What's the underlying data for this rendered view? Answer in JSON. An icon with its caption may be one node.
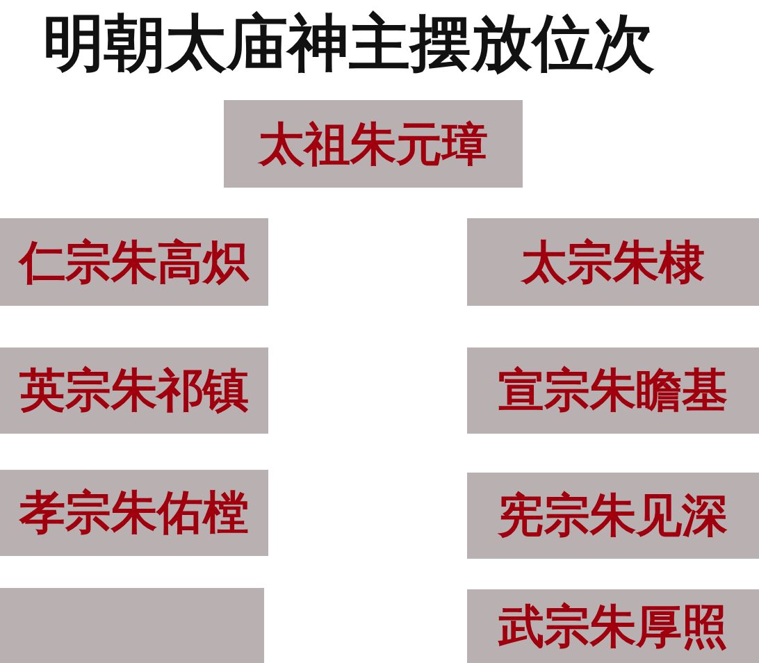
{
  "diagram": {
    "title": "明朝太庙神主摆放位次",
    "nodes": [
      {
        "text": [
          "太祖朱元璋"
        ]
      },
      {
        "text": [
          "仁宗朱高炽"
        ]
      },
      {
        "text": [
          "太宗朱棣"
        ]
      },
      {
        "text": [
          "英宗朱祁镇"
        ]
      },
      {
        "text": [
          "宣宗朱瞻基"
        ]
      },
      {
        "text": [
          "孝宗朱佑樘"
        ]
      },
      {
        "text": [
          "宪宗朱见深"
        ]
      },
      {
        "text": [],
        "shape": "box"
      },
      {
        "text": [
          "武宗朱厚照"
        ]
      }
    ]
  }
}
